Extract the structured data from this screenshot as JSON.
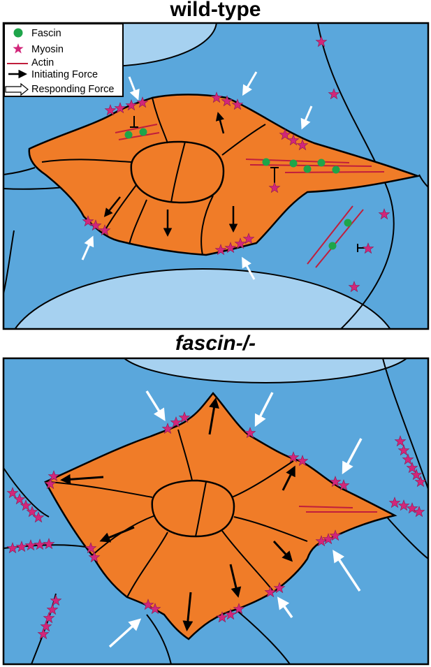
{
  "panels": {
    "top": {
      "title": "wild-type"
    },
    "bottom": {
      "title": "fascin-/-"
    }
  },
  "legend": {
    "fascin": "Fascin",
    "myosin": "Myosin",
    "actin": "Actin",
    "initiating": "Initiating Force",
    "responding": "Responding Force"
  },
  "colors": {
    "background_cell": "#5aa7dc",
    "light_cell": "#a6d1f0",
    "central_cell": "#f07c28",
    "myosin": "#d2267a",
    "actin": "#c01e3c",
    "fascin": "#1ea54a"
  }
}
